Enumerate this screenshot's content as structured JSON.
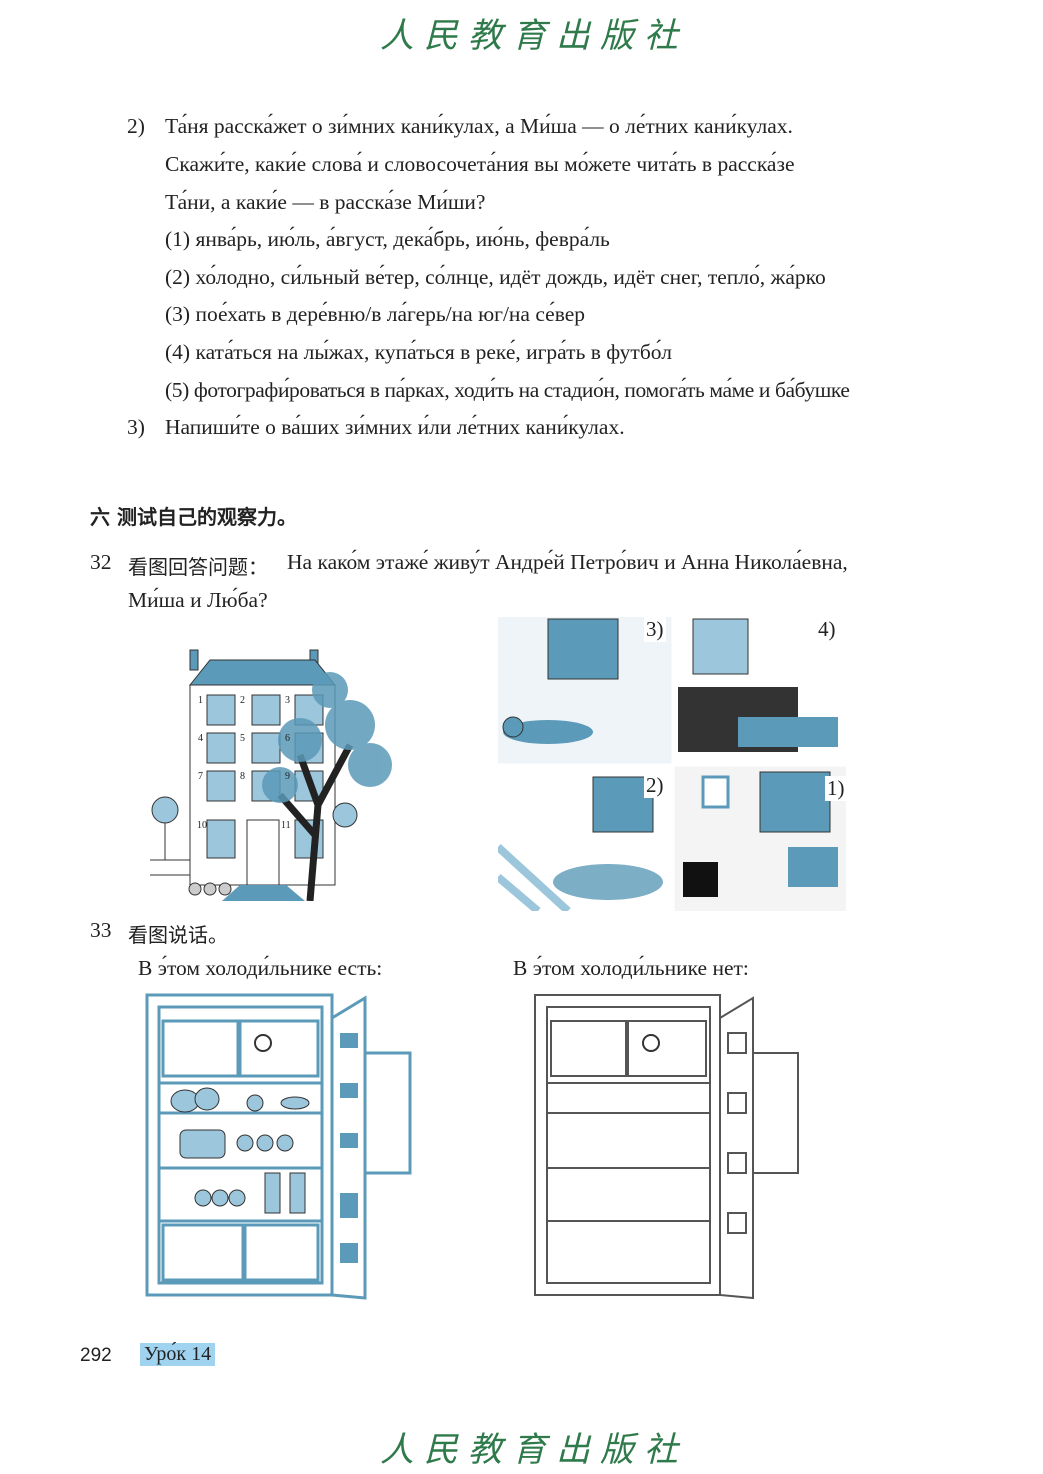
{
  "header": {
    "publisher": "人民教育出版社"
  },
  "task2": {
    "num": "2)",
    "lines": [
      "Та́ня расска́жет о зи́мних кани́кулах, а Ми́ша — о ле́тних кани́кулах.",
      "Скажи́те, каки́е слова́ и словосочета́ния вы мо́жете чита́ть в расска́зе",
      "Та́ни, а каки́е — в расска́зе Ми́ши?"
    ],
    "options": [
      "(1) янва́рь, ию́ль, а́вгуст, дека́брь, ию́нь, февра́ль",
      "(2) хо́лодно, си́льный ве́тер, со́лнце, идёт дождь, идёт снег, тепло́, жа́рко",
      "(3) пое́хать в дере́вню/в ла́герь/на юг/на се́вер",
      "(4) ката́ться на лы́жах, купа́ться в реке́, игра́ть в футбо́л",
      "(5) фотографи́роваться в па́рках, ходи́ть на стадио́н, помога́ть ма́ме и ба́бушке"
    ]
  },
  "task3": {
    "num": "3)",
    "text": "Напиши́те о ва́ших зи́мних и́ли ле́тних кани́кулах."
  },
  "section6": {
    "title": "六  测试自己的观察力。"
  },
  "ex32": {
    "num": "32",
    "cn": "看图回答问题：",
    "line1": "На како́м этаже́ живу́т Андре́й Петро́вич и Анна Никола́евна,",
    "line2": "Ми́ша и Лю́ба?",
    "house_numbers": [
      "1",
      "2",
      "3",
      "4",
      "5",
      "6",
      "7",
      "8",
      "9",
      "10",
      "11"
    ],
    "room_labels": [
      "3)",
      "4)",
      "2)",
      "1)"
    ]
  },
  "ex33": {
    "num": "33",
    "cn": "看图说话。",
    "left_caption": "В э́том холоди́льнике есть:",
    "right_caption": "В э́том холоди́льнике нет:"
  },
  "footer": {
    "page": "292",
    "lesson": "Уро́к 14",
    "publisher": "人民教育出版社"
  },
  "colors": {
    "logo": "#2f7a4a",
    "illustration": "#5b9ab8",
    "highlight": "#9fd3f0"
  }
}
